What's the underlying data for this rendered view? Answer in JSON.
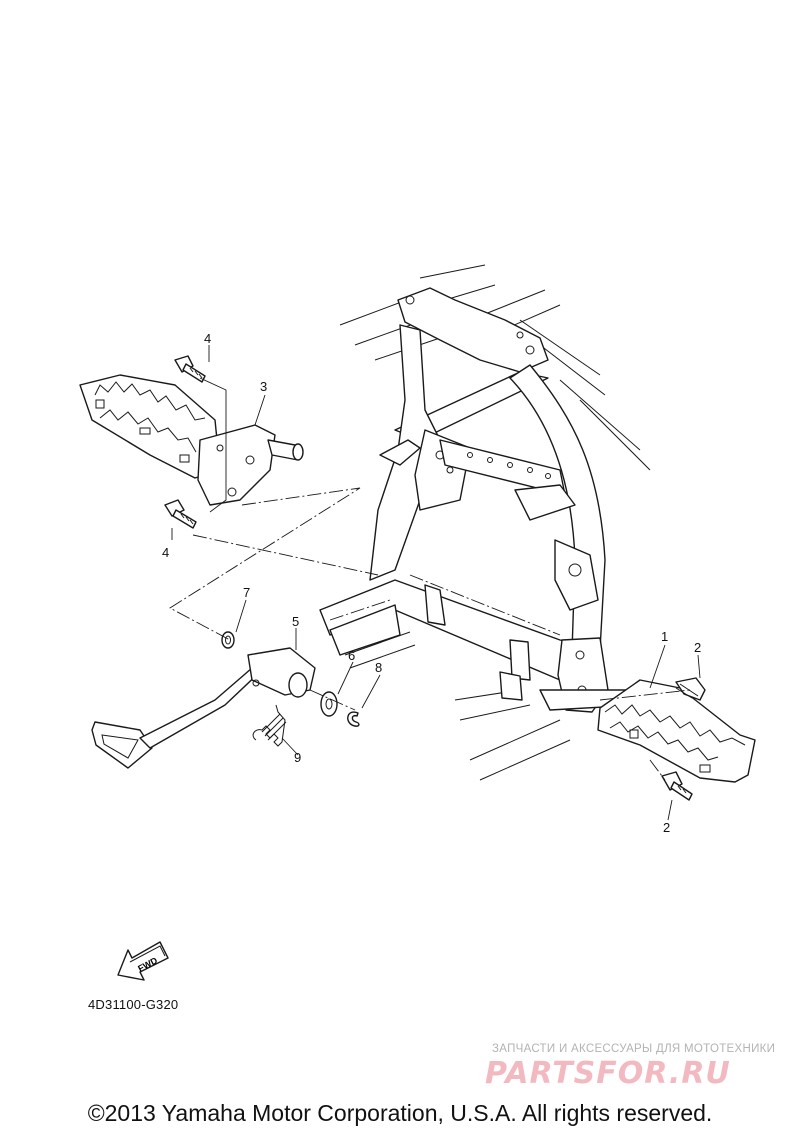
{
  "callouts": [
    {
      "id": "c1",
      "label": "1"
    },
    {
      "id": "c2a",
      "label": "2"
    },
    {
      "id": "c2b",
      "label": "2"
    },
    {
      "id": "c3",
      "label": "3"
    },
    {
      "id": "c4a",
      "label": "4"
    },
    {
      "id": "c4b",
      "label": "4"
    },
    {
      "id": "c5",
      "label": "5"
    },
    {
      "id": "c6",
      "label": "6"
    },
    {
      "id": "c7",
      "label": "7"
    },
    {
      "id": "c8",
      "label": "8"
    },
    {
      "id": "c9",
      "label": "9"
    }
  ],
  "fwd_arrow": {
    "label": "FWD"
  },
  "diagram_code": "4D31100-G320",
  "watermark": {
    "small_text": "ЗАПЧАСТИ И АКСЕССУАРЫ ДЛЯ МОТОТЕХНИКИ",
    "logo_text": "PARTSFOR.RU",
    "color": "#f3b9c0"
  },
  "copyright": "©2013 Yamaha Motor Corporation, U.S.A. All rights reserved."
}
